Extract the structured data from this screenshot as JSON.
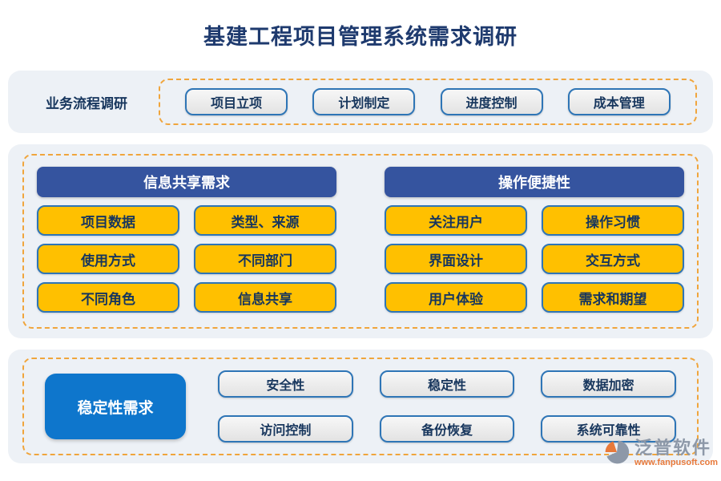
{
  "title": "基建工程项目管理系统需求调研",
  "colors": {
    "title_text": "#1e3a6e",
    "section_bg": "#edf1f6",
    "dashed_border": "#f0a53c",
    "header_bar_blue": "#35549f",
    "yellow_button": "#ffc000",
    "button_border_blue": "#2e75b6",
    "button_text_navy": "#17365d",
    "stability_button_blue": "#0e76cc",
    "gray_button": "#e9e9e9",
    "brand_text_gray": "#8d98a8",
    "url_orange": "#e8793a"
  },
  "process_section": {
    "label": "业务流程调研",
    "items": [
      "项目立项",
      "计划制定",
      "进度控制",
      "成本管理"
    ]
  },
  "needs_section": {
    "columns": [
      {
        "header": "信息共享需求",
        "items": [
          "项目数据",
          "类型、来源",
          "使用方式",
          "不同部门",
          "不同角色",
          "信息共享"
        ]
      },
      {
        "header": "操作便捷性",
        "items": [
          "关注用户",
          "操作习惯",
          "界面设计",
          "交互方式",
          "用户体验",
          "需求和期望"
        ]
      }
    ]
  },
  "stability_section": {
    "label": "稳定性需求",
    "items": [
      "安全性",
      "稳定性",
      "数据加密",
      "访问控制",
      "备份恢复",
      "系统可靠性"
    ]
  },
  "watermark": {
    "brand": "泛普软件"
  },
  "footer": {
    "brand": "泛普软件",
    "url": "www.fanpusoft.com"
  }
}
